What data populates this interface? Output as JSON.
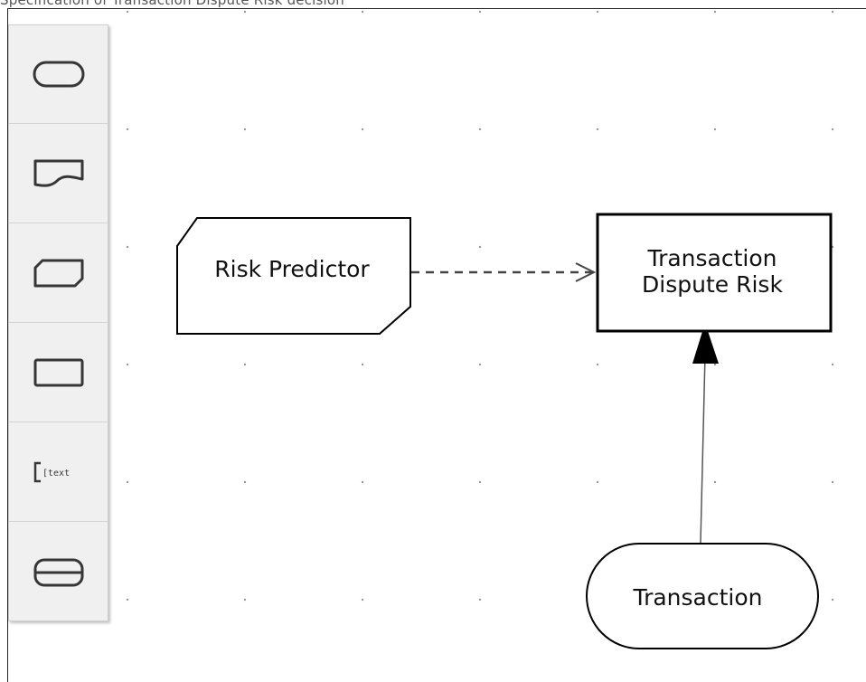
{
  "caption": "Specification of Transaction Dispute Risk decision",
  "palette": {
    "items": [
      {
        "name": "decision-shape",
        "icon": "rounded-rectangle-icon"
      },
      {
        "name": "input-data-shape",
        "icon": "input-data-icon"
      },
      {
        "name": "knowledge-source-shape",
        "icon": "knowledge-source-icon"
      },
      {
        "name": "business-knowledge-model-shape",
        "icon": "bkm-icon"
      },
      {
        "name": "text-annotation-shape",
        "icon": "annotation-icon",
        "label": "[text"
      },
      {
        "name": "decision-service-shape",
        "icon": "decision-service-icon"
      }
    ]
  },
  "diagram": {
    "nodes": {
      "risk_predictor": "Risk Predictor",
      "decision_line1": "Transaction",
      "decision_line2": "Dispute Risk",
      "transaction": "Transaction"
    },
    "edges": [
      {
        "from": "Risk Predictor",
        "to": "Transaction Dispute Risk",
        "type": "knowledge-requirement",
        "style": "dashed"
      },
      {
        "from": "Transaction",
        "to": "Transaction Dispute Risk",
        "type": "information-requirement",
        "style": "solid"
      }
    ]
  }
}
